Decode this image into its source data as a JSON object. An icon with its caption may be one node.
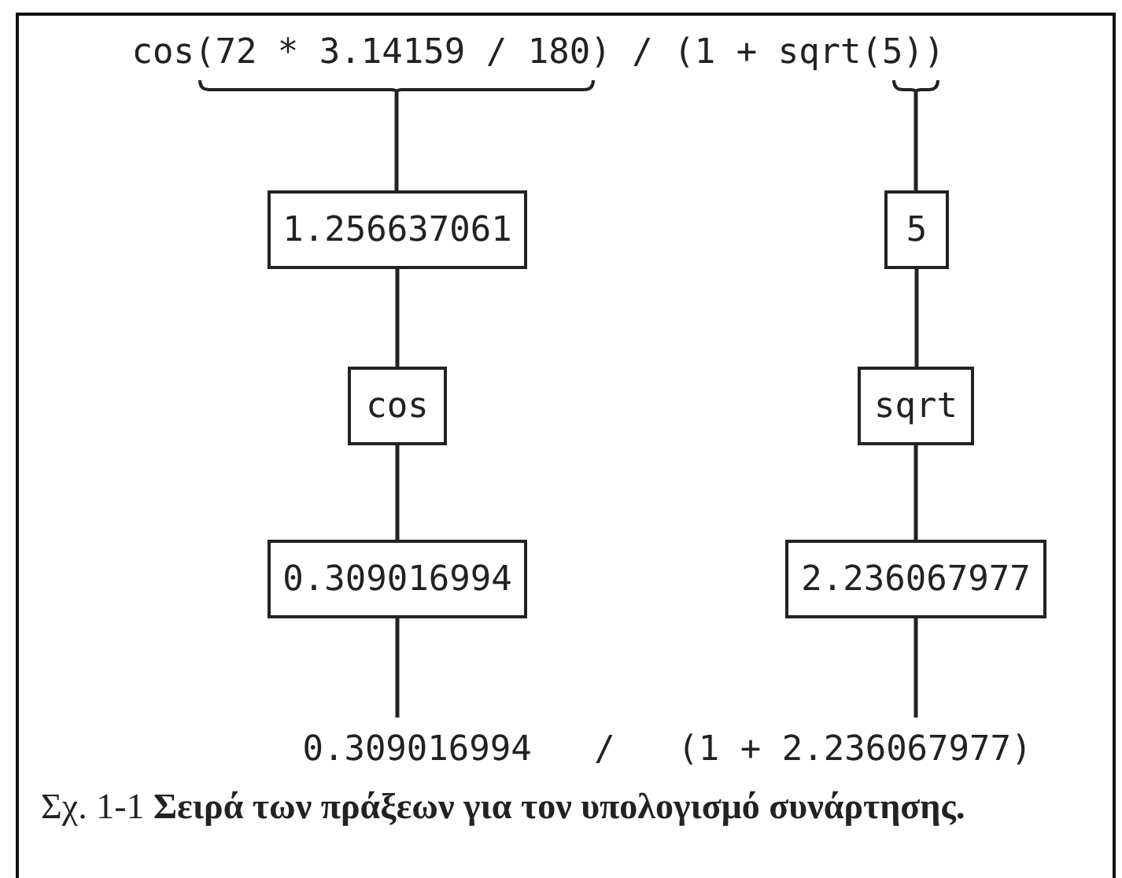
{
  "diagram": {
    "caption": "Σχ. 1-1 **Σειρά των πράξεων για τον υπολογισμό συνάρτησης.**",
    "nodes": [
      {
        "text": [
          "cos(72 * 3.14159 / 180) / (1 + sqrt(5))"
        ]
      },
      {
        "text": [
          "1.256637061"
        ]
      },
      {
        "text": [
          "5"
        ]
      },
      {
        "text": [
          "cos"
        ]
      },
      {
        "text": [
          "sqrt"
        ]
      },
      {
        "text": [
          "0.309016994"
        ]
      },
      {
        "text": [
          "2.236067977"
        ]
      },
      {
        "text": [
          "0.309016994   /   (1 + 2.236067977)"
        ]
      }
    ],
    "edges": [
      {
        "from": 0,
        "to": 1,
        "arrow": "none"
      },
      {
        "from": 0,
        "to": 2,
        "arrow": "none"
      },
      {
        "from": 1,
        "to": 3,
        "arrow": "none"
      },
      {
        "from": 2,
        "to": 4,
        "arrow": "none"
      },
      {
        "from": 3,
        "to": 5,
        "arrow": "none"
      },
      {
        "from": 4,
        "to": 6,
        "arrow": "none"
      },
      {
        "from": 5,
        "to": 7,
        "arrow": "none"
      },
      {
        "from": 6,
        "to": 7,
        "arrow": "none"
      }
    ]
  }
}
